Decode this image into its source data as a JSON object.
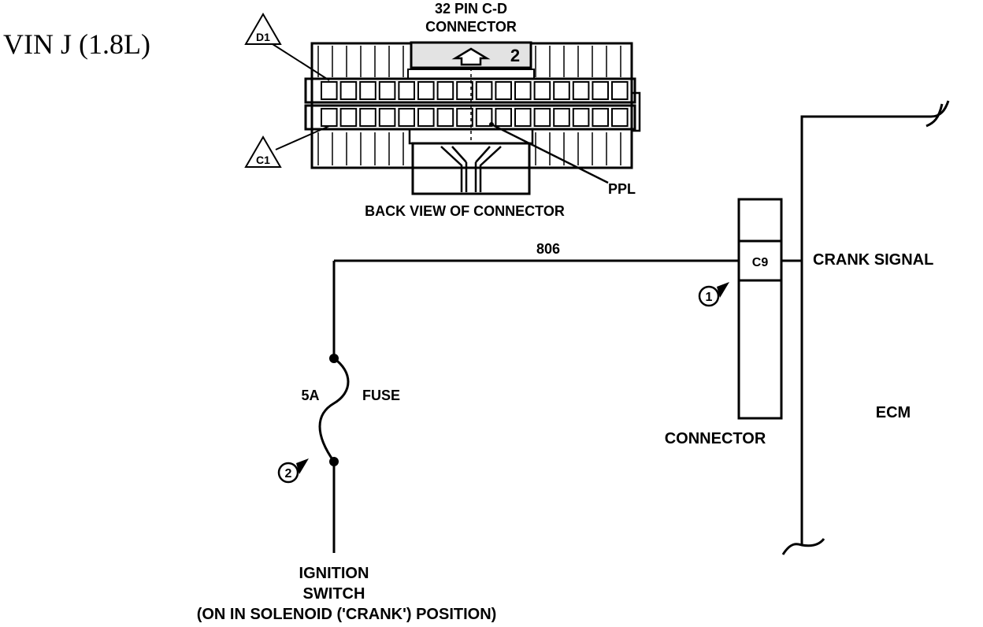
{
  "title": "VIN  J  (1.8L)",
  "connector_header": {
    "line1": "32 PIN C-D",
    "line2": "CONNECTOR",
    "slot_number": "2"
  },
  "pin_markers": {
    "top": "D1",
    "bottom": "C1"
  },
  "wire_color": "PPL",
  "back_view_caption": "BACK VIEW OF CONNECTOR",
  "circuit_number": "806",
  "pin_label": "C9",
  "crank_signal": "CRANK SIGNAL",
  "ecm": "ECM",
  "connector_label": "CONNECTOR",
  "fuse": {
    "rating": "5A",
    "label": "FUSE"
  },
  "callouts": [
    "1",
    "2"
  ],
  "ignition": {
    "line1": "IGNITION",
    "line2": "SWITCH",
    "line3": "(ON IN SOLENOID ('CRANK') POSITION)"
  }
}
